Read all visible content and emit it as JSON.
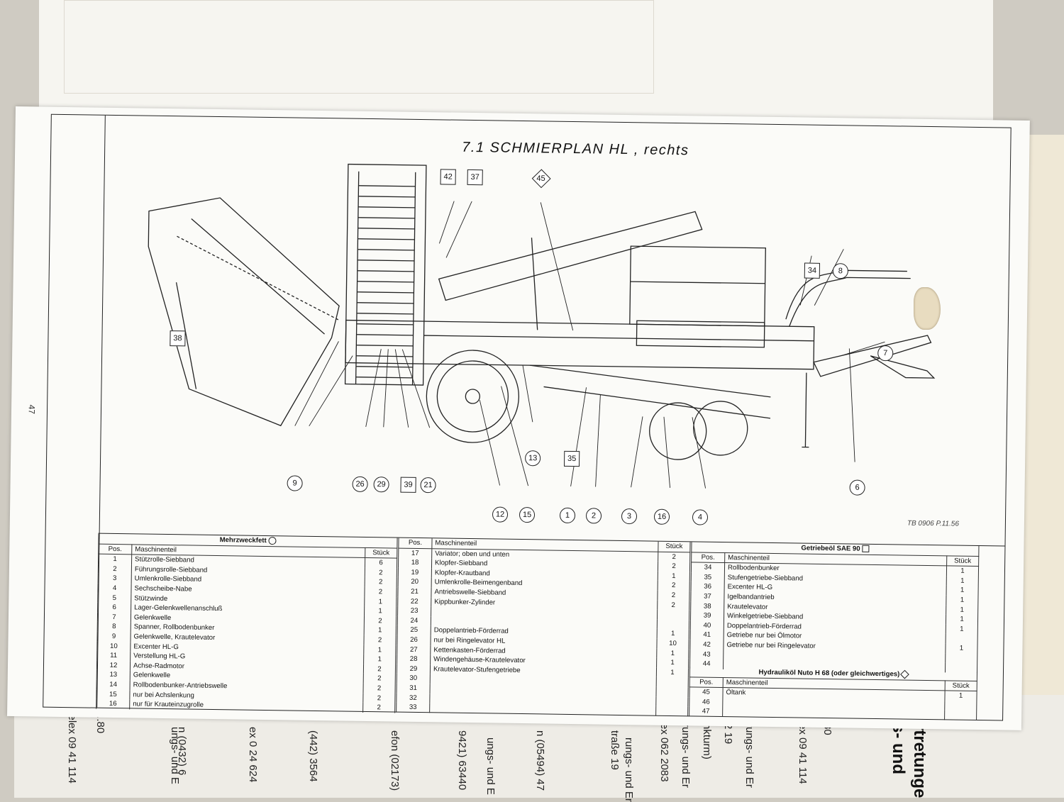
{
  "sheet": {
    "title": "7.1  SCHMIERPLAN  HL , rechts",
    "page_number": "47",
    "drawing_code": "TB 0906 P.11.56"
  },
  "callouts": [
    "42",
    "37",
    "45",
    "34",
    "8",
    "7",
    "38",
    "9",
    "26",
    "29",
    "39",
    "21",
    "12",
    "15",
    "13",
    "35",
    "1",
    "2",
    "3",
    "16",
    "4",
    "6"
  ],
  "tables": {
    "fett": {
      "caption": "Mehrzweckfett",
      "headers": [
        "Pos.",
        "Maschinenteil",
        "Stück"
      ],
      "rows": [
        [
          "1",
          "Stützrolle-Siebband",
          "6"
        ],
        [
          "2",
          "Führungsrolle-Siebband",
          "2"
        ],
        [
          "3",
          "Umlenkrolle-Siebband",
          "2"
        ],
        [
          "4",
          "Sechscheibe-Nabe",
          "2"
        ],
        [
          "5",
          "Stützwinde",
          "1"
        ],
        [
          "6",
          "Lager-Gelenkwellenanschluß",
          "1"
        ],
        [
          "7",
          "Gelenkwelle",
          "2"
        ],
        [
          "8",
          "Spanner, Rollbodenbunker",
          "1"
        ],
        [
          "9",
          "Gelenkwelle, Krautelevator",
          "2"
        ],
        [
          "10",
          "Excenter HL-G",
          "1"
        ],
        [
          "11",
          "Verstellung HL-G",
          "1"
        ],
        [
          "12",
          "Achse-Radmotor",
          "2"
        ],
        [
          "13",
          "Gelenkwelle",
          "2"
        ],
        [
          "14",
          "Rollbodenbunker-Antriebswelle",
          "2"
        ],
        [
          "15",
          "nur bei Achslenkung",
          "2"
        ],
        [
          "16",
          "nur für Krauteinzugrolle",
          "2"
        ]
      ]
    },
    "fett2": {
      "headers": [
        "Pos.",
        "Maschinenteil",
        "Stück"
      ],
      "rows": [
        [
          "17",
          "Variator; oben und unten",
          "2"
        ],
        [
          "18",
          "Klopfer-Siebband",
          "2"
        ],
        [
          "19",
          "Klopfer-Krautband",
          "1"
        ],
        [
          "20",
          "Umlenkrolle-Beimengenband",
          "2"
        ],
        [
          "21",
          "Antriebswelle-Siebband",
          "2"
        ],
        [
          "22",
          "Kippbunker-Zylinder",
          "2"
        ],
        [
          "23",
          "",
          ""
        ],
        [
          "24",
          "",
          ""
        ],
        [
          "25",
          "Doppelantrieb-Förderrad",
          "1"
        ],
        [
          "26",
          "nur bei Ringelevator HL",
          "10"
        ],
        [
          "27",
          "Kettenkasten-Förderrad",
          "1"
        ],
        [
          "28",
          "Windengehäuse-Krautelevator",
          "1"
        ],
        [
          "29",
          "Krautelevator-Stufengetriebe",
          "1"
        ],
        [
          "30",
          "",
          ""
        ],
        [
          "31",
          "",
          ""
        ],
        [
          "32",
          "",
          ""
        ],
        [
          "33",
          "",
          ""
        ]
      ]
    },
    "getriebe": {
      "caption": "Getriebeöl SAE 90",
      "headers": [
        "Pos.",
        "Maschinenteil",
        "Stück"
      ],
      "rows": [
        [
          "34",
          "Rollbodenbunker",
          "1"
        ],
        [
          "35",
          "Stufengetriebe-Siebband",
          "1"
        ],
        [
          "36",
          "Excenter HL-G",
          "1"
        ],
        [
          "37",
          "Igelbandantrieb",
          "1"
        ],
        [
          "38",
          "Krautelevator",
          "1"
        ],
        [
          "39",
          "Winkelgetriebe-Siebband",
          "1"
        ],
        [
          "40",
          "Doppelantrieb-Förderrad",
          "1"
        ],
        [
          "41",
          "Getriebe nur bei Ölmotor",
          ""
        ],
        [
          "42",
          "Getriebe nur bei Ringelevator",
          "1"
        ],
        [
          "43",
          "",
          ""
        ],
        [
          "44",
          "",
          ""
        ]
      ]
    },
    "hydraulik": {
      "caption": "Hydrauliköl Nuto H 68 (oder gleichwertiges)",
      "headers": [
        "Pos.",
        "Maschinenteil",
        "Stück"
      ],
      "rows": [
        [
          "45",
          "Öltank",
          "1"
        ],
        [
          "46",
          "",
          ""
        ],
        [
          "47",
          "",
          ""
        ]
      ]
    }
  },
  "underlying_page_fragments": [
    "r ..80",
    "Telex 09 41 114",
    "n (0432) 6",
    "ungs- und E",
    "ex 0 24 624",
    "(442) 3564",
    "efon (02173)",
    "9421) 63440",
    "ungs- und E",
    "n (05494) 47",
    "traße 19",
    "rungs- und Er",
    "ex 062 2083",
    "rungs- und Er",
    "nkturm)",
    "2 19",
    "rungs- und Er",
    "ex 09 41 114",
    "80"
  ],
  "right_heading": [
    "rtretunge",
    "s- und"
  ]
}
